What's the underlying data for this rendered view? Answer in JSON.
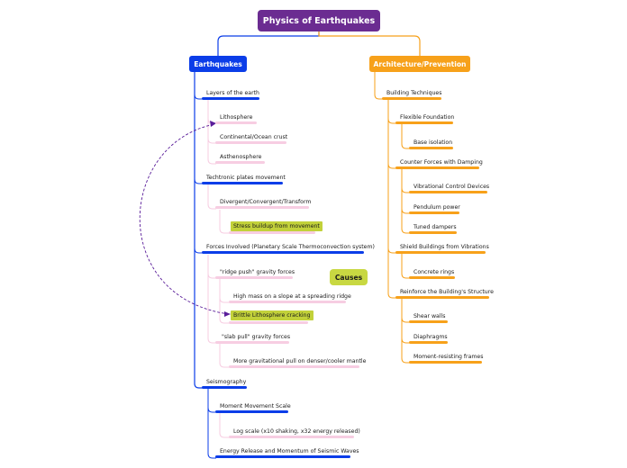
{
  "root": "Physics of Earthquakes",
  "left": {
    "title": "Earthquakes",
    "layers": {
      "label": "Layers of the earth",
      "items": [
        "Lithosphere",
        "Continental/Ocean crust",
        "Asthenosphere"
      ]
    },
    "plates": {
      "label": "Techtronic plates movement",
      "boundary": "Divergent/Convergent/Transform",
      "stress": "Stress buildup from movement"
    },
    "forces": {
      "label": "Forces Involved (Planetary Scale Thermoconvection system)",
      "ridge": "\"ridge push\" gravity forces",
      "ridge_detail": "High mass on a slope at a spreading ridge",
      "brittle": "Brittle Lithosphere cracking",
      "slab": "\"slab pull\" gravity forces",
      "slab_detail": "More gravitational pull on denser/cooler mantle"
    },
    "seismo": {
      "label": "Seismography",
      "moment": "Moment Movement Scale",
      "log": "Log scale (x10 shaking, x32 energy released)",
      "energy": "Energy Release and Momentum of Seismic Waves"
    }
  },
  "right": {
    "title": "Architecture/Prevention",
    "building": "Building Techniques",
    "flexible": "Flexible Foundation",
    "base": "Base isolation",
    "counter": "Counter Forces with Damping",
    "vib": "Vibrational Control Devices",
    "pendulum": "Pendulum power",
    "tuned": "Tuned dampers",
    "shield": "Shield Buildings from Vibrations",
    "concrete": "Concrete rings",
    "reinforce": "Reinforce the Building's Structure",
    "shear": "Shear walls",
    "diaphragms": "Diaphragms",
    "moment": "Moment-resisting frames"
  },
  "callout": "Causes",
  "colors": {
    "root": "#6b2c91",
    "left": "#0b3de8",
    "right": "#f7a11a",
    "pink": "#f7cde2",
    "highlight": "#c2d13a",
    "relation": "#5a1d9a"
  }
}
